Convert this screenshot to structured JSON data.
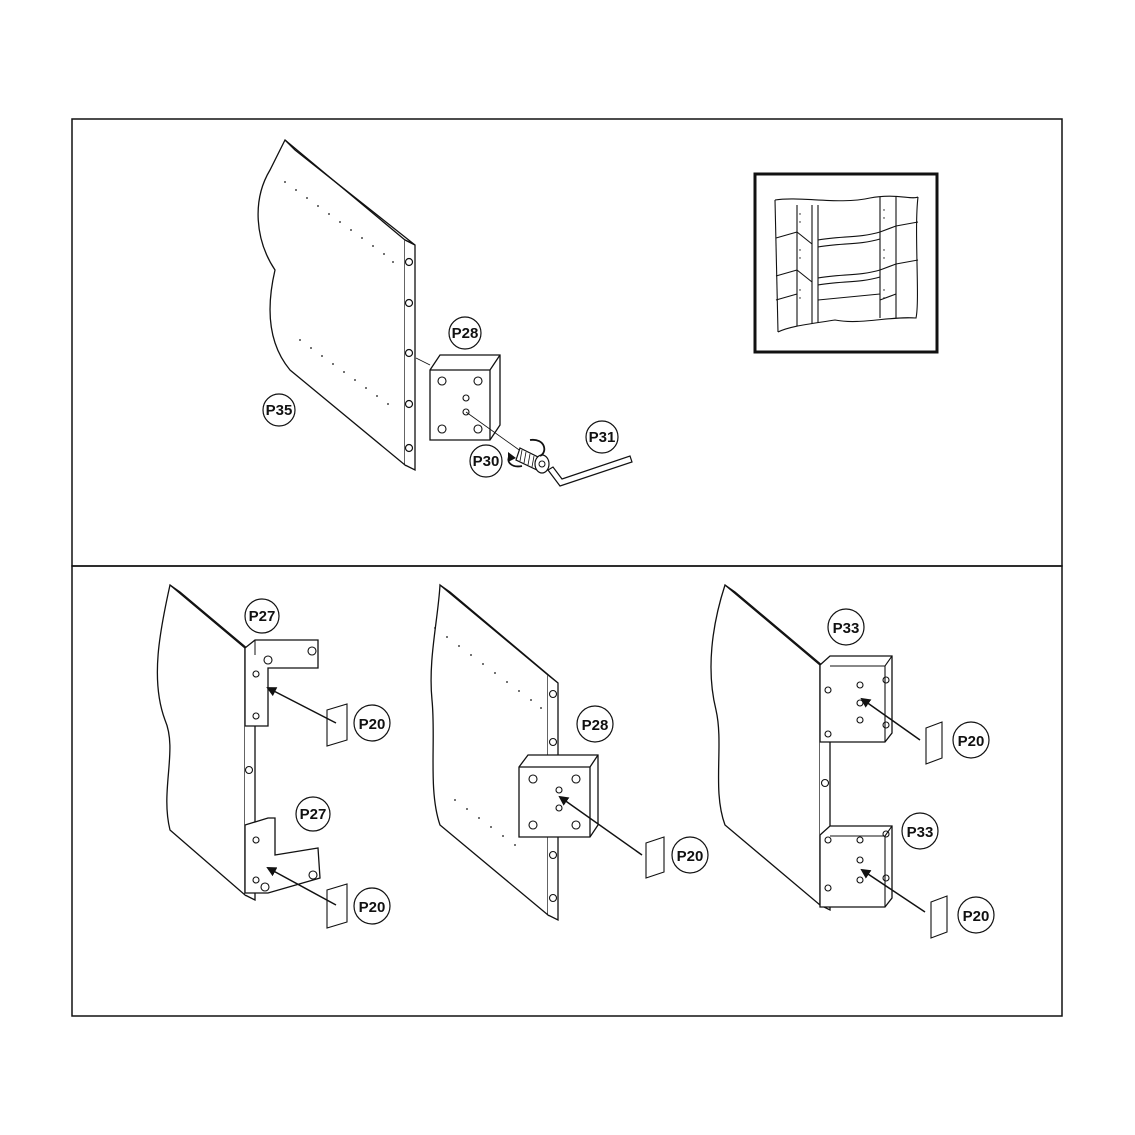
{
  "colors": {
    "ink": "#111111",
    "panel_fill": "#ffffff",
    "shade": "#e6e6e6"
  },
  "top_panel": {
    "labels": {
      "p28": "P28",
      "p35": "P35",
      "p30": "P30",
      "p31": "P31"
    }
  },
  "bottom_panel": {
    "left": {
      "bracket_top": "P27",
      "bracket_bottom": "P27",
      "pad_top": "P20",
      "pad_bottom": "P20"
    },
    "middle": {
      "plate": "P28",
      "pad": "P20"
    },
    "right": {
      "plate_top": "P33",
      "plate_bottom": "P33",
      "pad_top": "P20",
      "pad_bottom": "P20"
    }
  }
}
